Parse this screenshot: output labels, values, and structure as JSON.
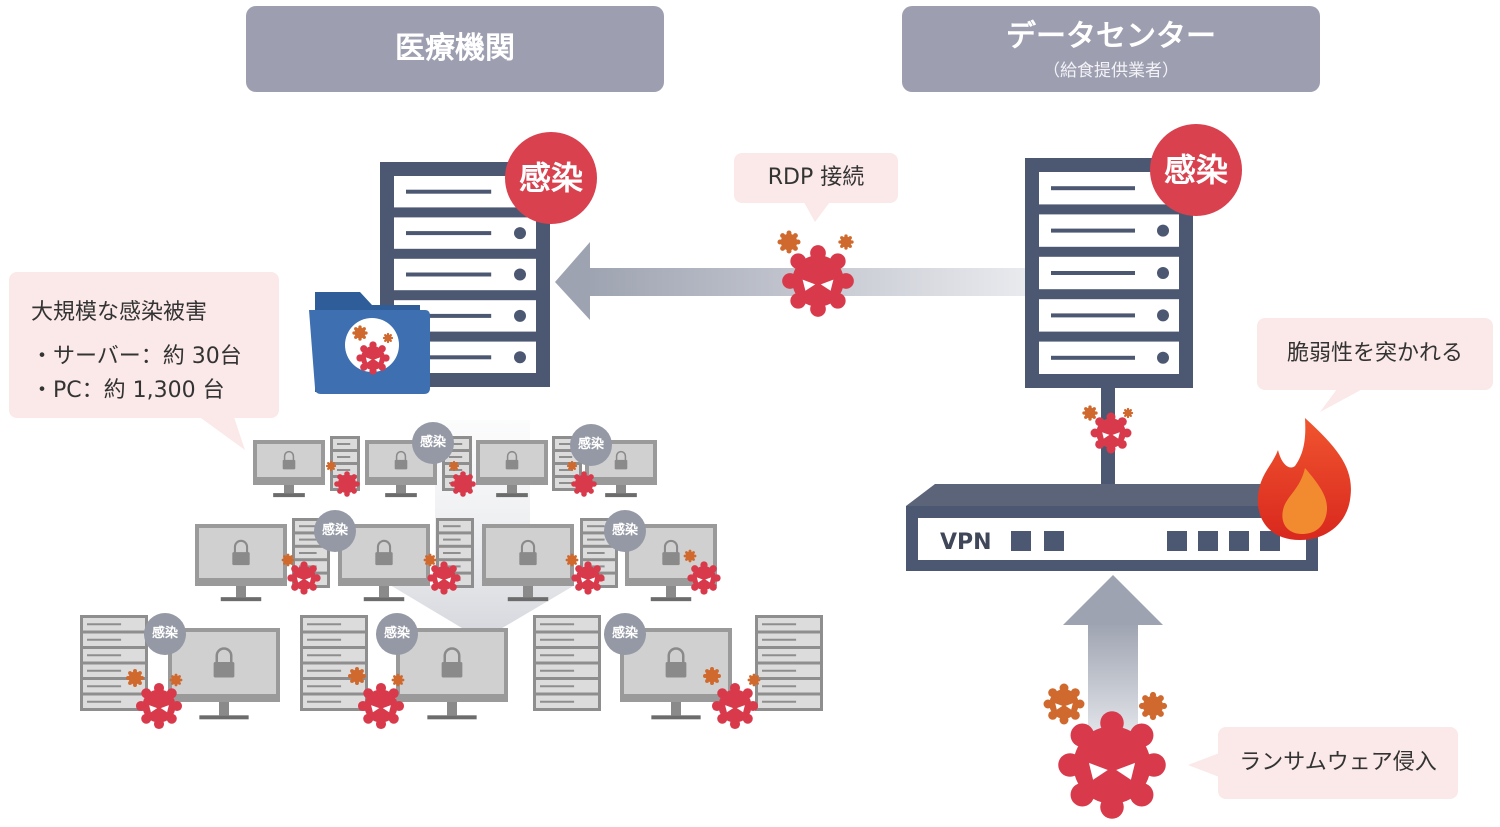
{
  "left_header": {
    "title": "医療機関"
  },
  "right_header": {
    "title": "データセンター",
    "subtitle": "（給食提供業者）"
  },
  "infection_label": "感染",
  "rdp_label": "RDP 接続",
  "damage": {
    "title": "大規模な感染被害",
    "line1": "・サーバー：約 30台",
    "line2": "・PC：約 1,300 台"
  },
  "vulnerability_label": "脆弱性を突かれる",
  "ransomware_label": "ランサムウェア侵入",
  "vpn_label": "VPN",
  "colors": {
    "header_gray": "#9d9fb0",
    "server_navy": "#4c5872",
    "infect_red": "#d9414f",
    "bubble_pink": "#fbe8e8",
    "folder_blue": "#3e6fb0",
    "virus_red": "#d83a4b",
    "virus_orange": "#d0692e"
  },
  "icons": [
    "server-icon",
    "folder-icon",
    "virus-icon",
    "fire-icon",
    "lock-icon",
    "monitor-icon",
    "vpn-router-icon",
    "arrow-icon"
  ]
}
